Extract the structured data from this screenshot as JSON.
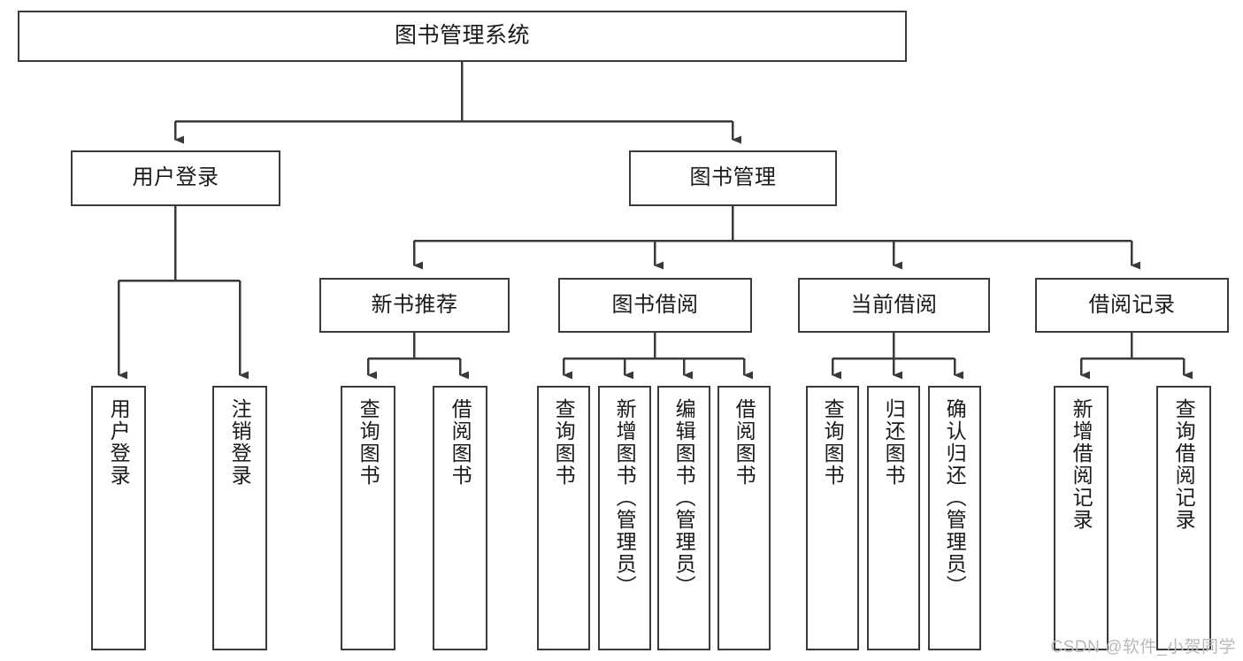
{
  "diagram": {
    "type": "tree-hierarchy",
    "title": "图书管理系统",
    "edge_style": "orthogonal-arrow",
    "colors": {
      "box_border": "#3a3a3a",
      "box_fill": "#ffffff",
      "line": "#3a3a3a",
      "text": "#1a1a1a",
      "watermark": "#b9b9b9",
      "background": "#ffffff"
    },
    "root": {
      "label": "图书管理系统"
    },
    "level2": [
      {
        "label": "用户登录"
      },
      {
        "label": "图书管理"
      }
    ],
    "level3": [
      {
        "label": "新书推荐"
      },
      {
        "label": "图书借阅"
      },
      {
        "label": "当前借阅"
      },
      {
        "label": "借阅记录"
      }
    ],
    "leaves": {
      "user_login": [
        {
          "label": "用户登录"
        },
        {
          "label": "注销登录"
        }
      ],
      "new_book": [
        {
          "label": "查询图书"
        },
        {
          "label": "借阅图书"
        }
      ],
      "book_borrow": [
        {
          "label": "查询图书"
        },
        {
          "label": "新增图书（管理员）"
        },
        {
          "label": "编辑图书（管理员）"
        },
        {
          "label": "借阅图书"
        }
      ],
      "current_borrow": [
        {
          "label": "查询图书"
        },
        {
          "label": "归还图书"
        },
        {
          "label": "确认归还（管理员）"
        }
      ],
      "borrow_record": [
        {
          "label": "新增借阅记录"
        },
        {
          "label": "查询借阅记录"
        }
      ]
    }
  },
  "watermark": {
    "text": "CSDN @软件_小贺同学"
  }
}
